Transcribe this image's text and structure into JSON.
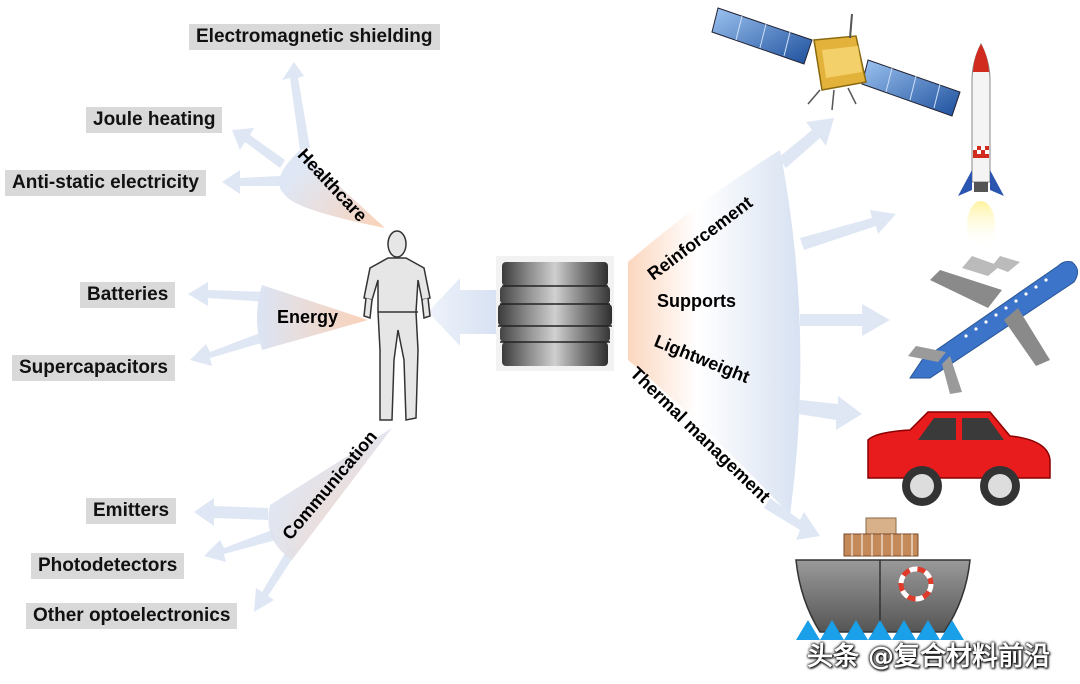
{
  "left_sectors": [
    {
      "name": "Healthcare",
      "applications": [
        "Electromagnetic shielding",
        "Joule heating",
        "Anti-static electricity"
      ]
    },
    {
      "name": "Energy",
      "applications": [
        "Batteries",
        "Supercapacitors"
      ]
    },
    {
      "name": "Communication",
      "applications": [
        "Emitters",
        "Photodetectors",
        "Other optoelectronics"
      ]
    }
  ],
  "right_properties": [
    "Reinforcement",
    "Supports",
    "Lightweight",
    "Thermal management"
  ],
  "transport_icons": [
    "satellite-icon",
    "rocket-icon",
    "airplane-icon",
    "car-icon",
    "ship-icon"
  ],
  "center_icons": [
    "material-stack-photo",
    "human-figure-icon"
  ],
  "watermark": "头条 @复合材料前沿",
  "colors": {
    "arrow": "#dfe7f5",
    "label_bg": "#d9d9d9",
    "fan_peach": "#fbd9c4",
    "fan_blue": "#d3def0",
    "car_red": "#e81c1c",
    "plane_blue": "#3b74c8",
    "rocket_red": "#d12a1f",
    "satellite_gold": "#e2b23a",
    "water_blue": "#1aa0e8"
  }
}
